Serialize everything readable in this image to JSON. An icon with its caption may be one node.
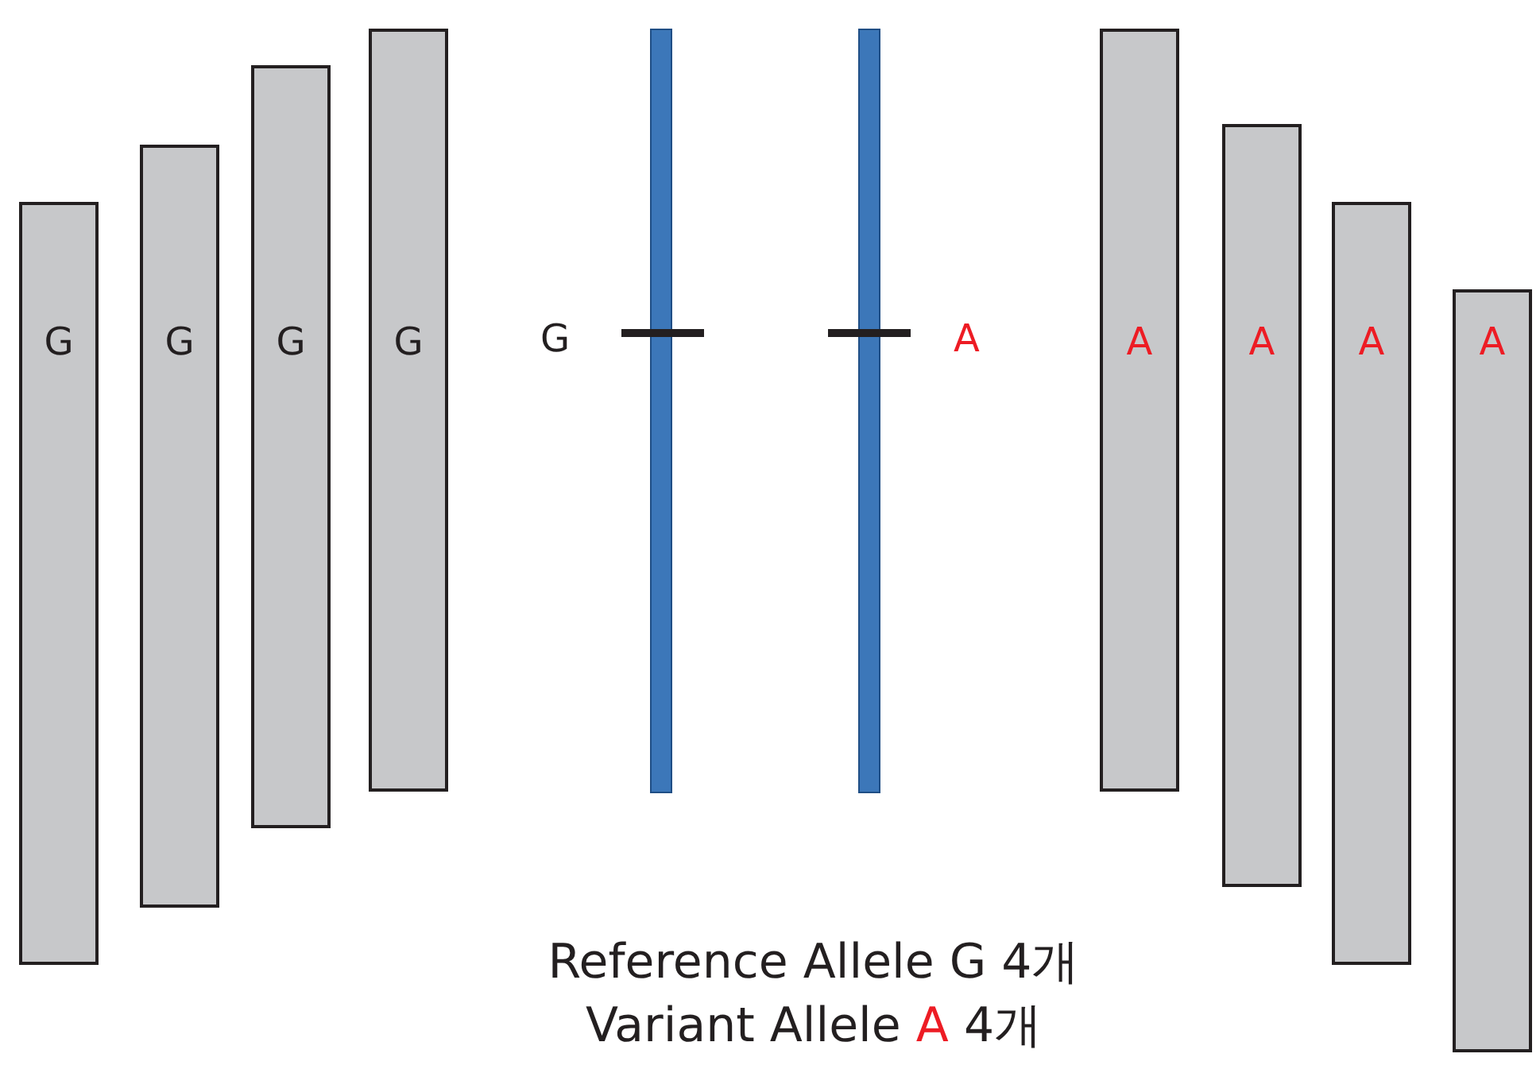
{
  "diagram": {
    "nodes": [
      {
        "text": [
          "G"
        ]
      },
      {
        "text": [
          "G"
        ]
      },
      {
        "text": [
          "G"
        ]
      },
      {
        "text": [
          "G"
        ]
      },
      {
        "text": [],
        "shape": "bar",
        "beside": [
          "G"
        ]
      },
      {
        "text": [],
        "shape": "bar",
        "beside": [
          "A"
        ]
      },
      {
        "text": [
          "A"
        ]
      },
      {
        "text": [
          "A"
        ]
      },
      {
        "text": [
          "A"
        ]
      },
      {
        "text": [
          "A"
        ]
      }
    ],
    "labels": [
      "Reference Allele G 4개",
      "Variant Allele *A* 4개"
    ]
  }
}
